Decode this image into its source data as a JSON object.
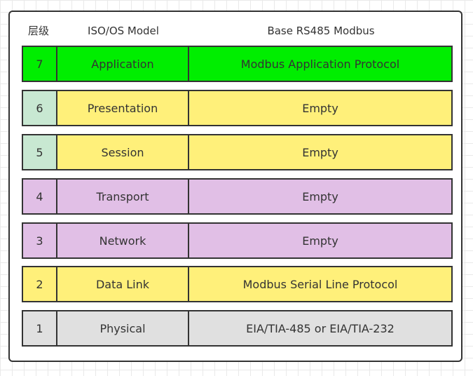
{
  "headers": {
    "level": "层级",
    "iso": "ISO/OS Model",
    "modbus": "Base RS485 Modbus"
  },
  "colors": {
    "green": "#00ee00",
    "yellow": "#fff07a",
    "mint": "#c8e8d2",
    "purple": "#e1bfe6",
    "gray": "#e0e0e0",
    "border": "#333333"
  },
  "rows": [
    {
      "num": "7",
      "iso": "Application",
      "modbus": "Modbus Application Protocol"
    },
    {
      "num": "6",
      "iso": "Presentation",
      "modbus": "Empty"
    },
    {
      "num": "5",
      "iso": "Session",
      "modbus": "Empty"
    },
    {
      "num": "4",
      "iso": "Transport",
      "modbus": "Empty"
    },
    {
      "num": "3",
      "iso": "Network",
      "modbus": "Empty"
    },
    {
      "num": "2",
      "iso": "Data Link",
      "modbus": "Modbus Serial Line Protocol"
    },
    {
      "num": "1",
      "iso": "Physical",
      "modbus": "EIA/TIA-485 or EIA/TIA-232"
    }
  ]
}
